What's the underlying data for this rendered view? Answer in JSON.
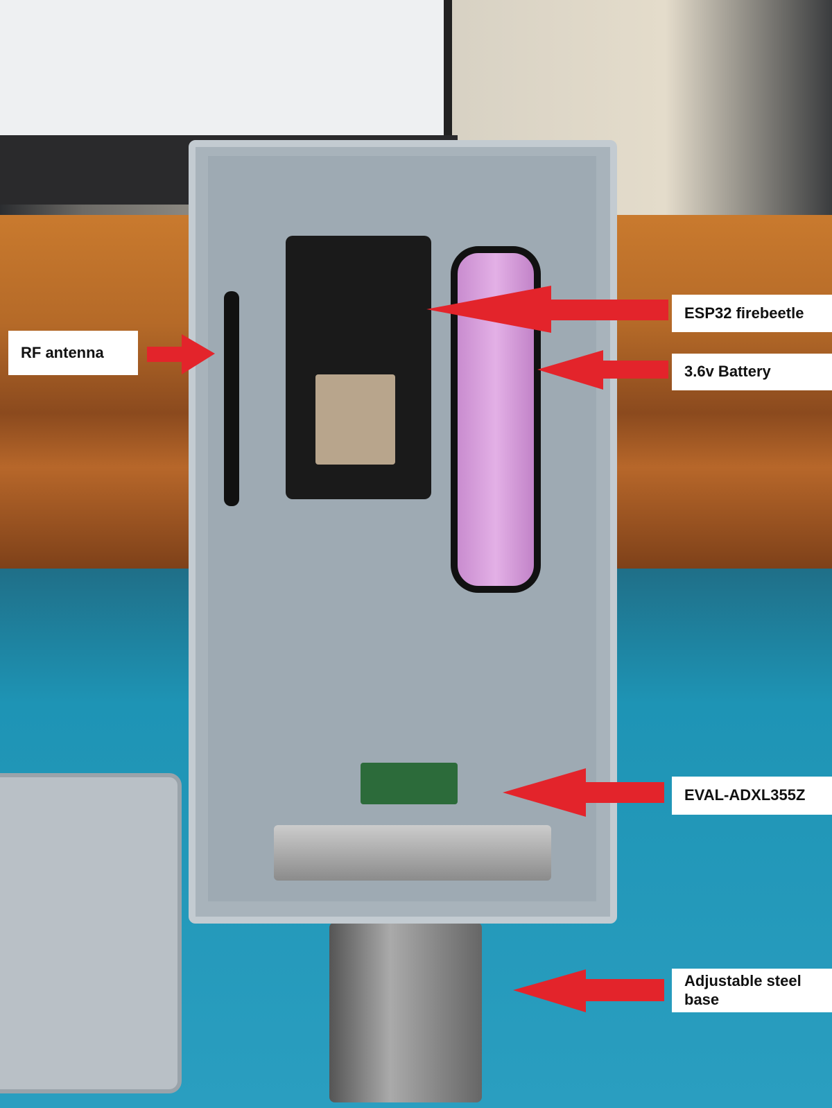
{
  "annotations": [
    {
      "id": "rf-antenna",
      "text": "RF antenna"
    },
    {
      "id": "esp32",
      "text": "ESP32 firebeetle"
    },
    {
      "id": "battery",
      "text": "3.6v Battery"
    },
    {
      "id": "sensor",
      "text": "EVAL-ADXL355Z"
    },
    {
      "id": "base",
      "text": "Adjustable steel base"
    }
  ],
  "colors": {
    "arrow": "#e3242b",
    "label_bg": "#ffffff",
    "label_text": "#111111"
  }
}
